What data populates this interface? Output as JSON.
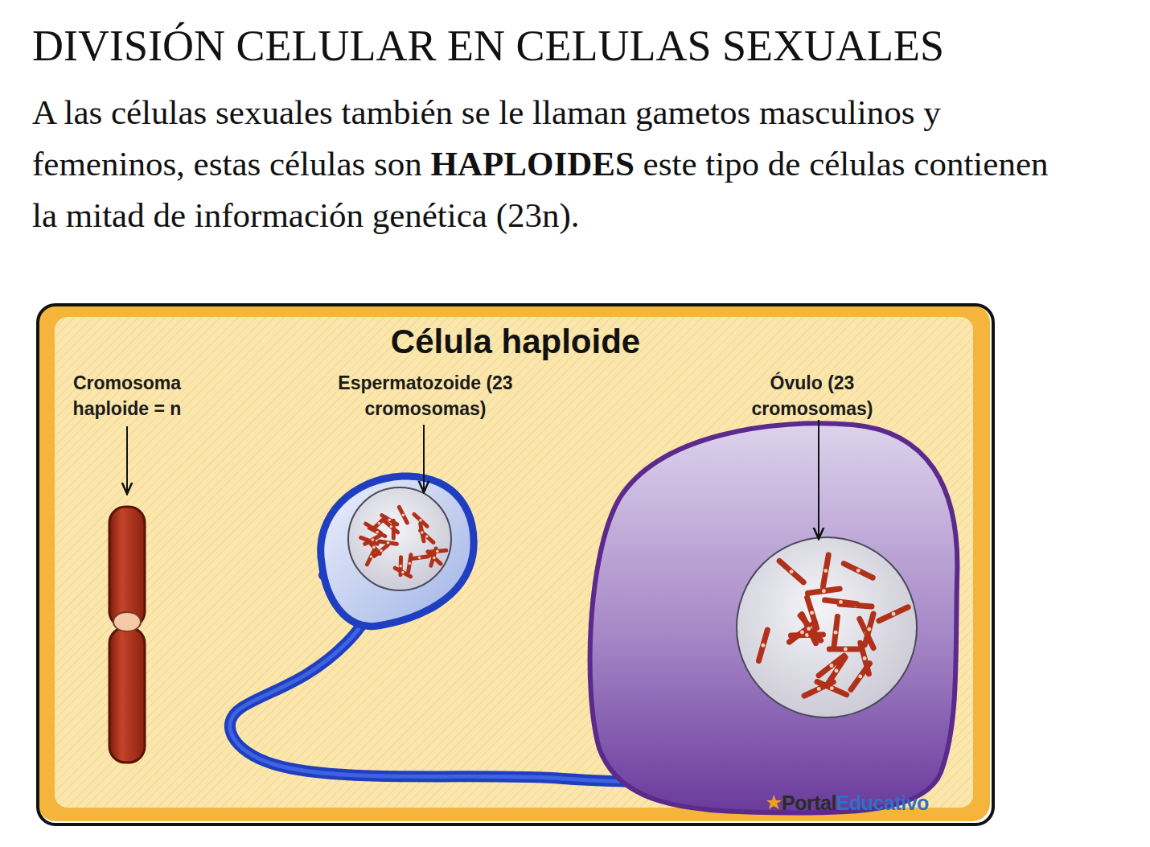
{
  "diagram": {
    "title": "DIVISIÓN CELULAR EN CELULAS SEXUALES",
    "nodes": [
      {
        "text": [
          "Célula haploide"
        ]
      }
    ],
    "labels": [
      "A las células sexuales también se le llaman gametos masculinos y femeninos, estas células son",
      "HAPLOIDES",
      "este tipo de células contienen la mitad de información genética (23n).",
      "Cromosoma haploide = n",
      "Espermatozoide (23 cromosomas)",
      "Óvulo (23 cromosomas)",
      "Portal",
      "Educativo"
    ]
  }
}
